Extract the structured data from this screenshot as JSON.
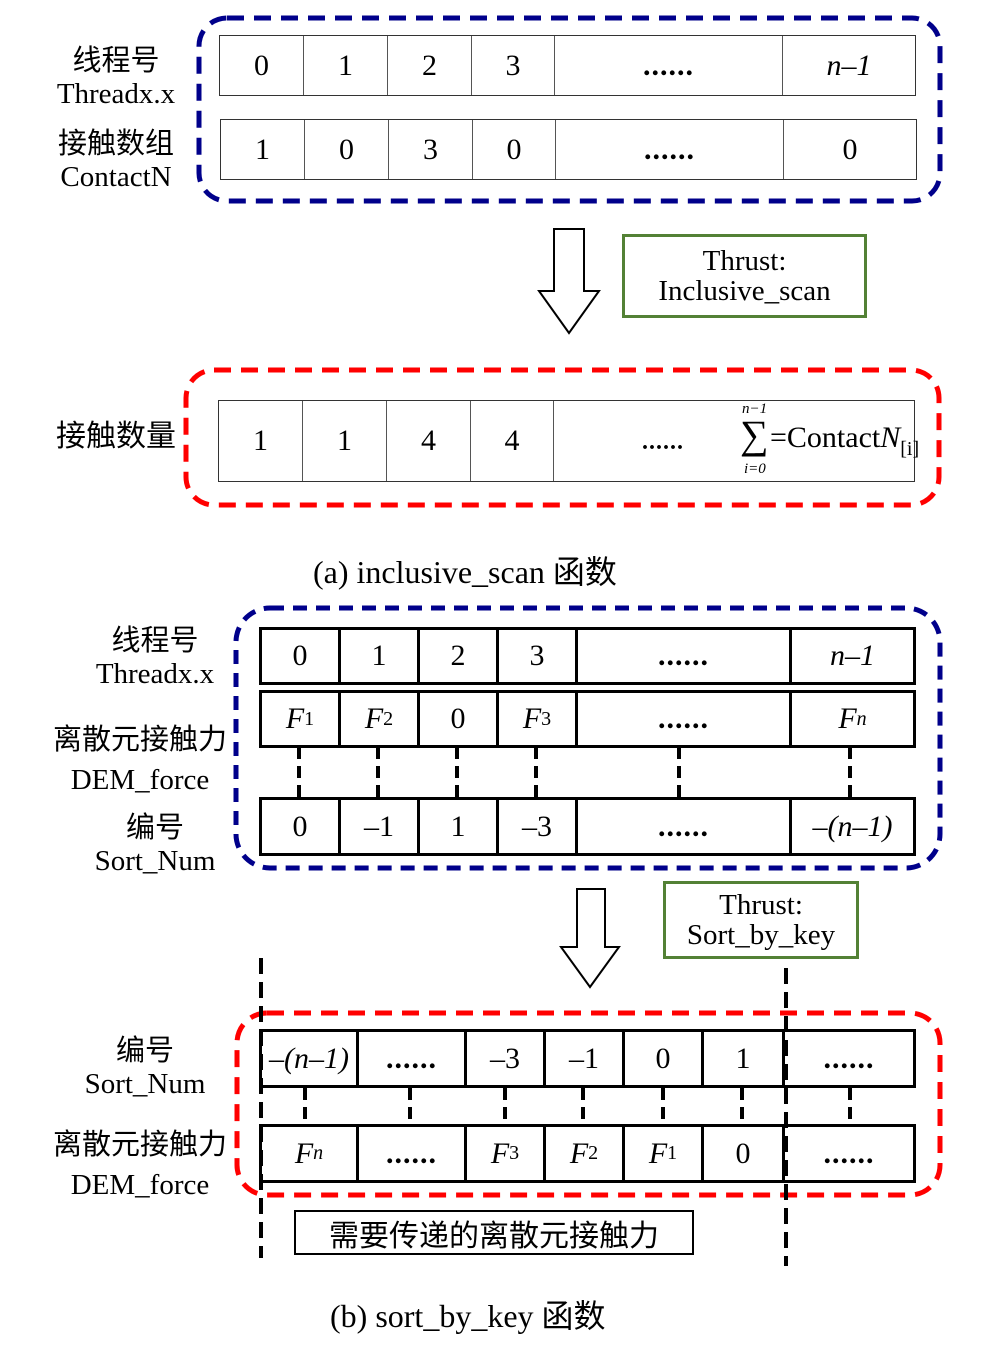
{
  "colors": {
    "blue_outline": "#00008B",
    "red_outline": "#FF0000",
    "green_box": "#538135"
  },
  "part_a": {
    "thread_label": {
      "cn": "线程号",
      "en": "Threadx.x"
    },
    "contact_array_label": {
      "cn": "接触数组",
      "en": "ContactN"
    },
    "thread_row": [
      "0",
      "1",
      "2",
      "3",
      "......",
      "n–1"
    ],
    "contact_row": [
      "1",
      "0",
      "3",
      "0",
      "......",
      "0"
    ],
    "thrust_box": {
      "line1": "Thrust:",
      "line2": "Inclusive_scan"
    },
    "contact_count_label": "接触数量",
    "result_row": [
      "1",
      "1",
      "4",
      "4",
      "......"
    ],
    "sum_formula": {
      "upper": "n−1",
      "lower": "i=0",
      "sigma": "∑",
      "text": "=Contact",
      "var": "N",
      "sub": "[i]"
    },
    "caption": "(a) inclusive_scan 函数"
  },
  "part_b": {
    "thread_label": {
      "cn": "线程号",
      "en": "Threadx.x"
    },
    "force_label": {
      "cn": "离散元接触力",
      "en": "DEM_force"
    },
    "sortnum_label": {
      "cn": "编号",
      "en": "Sort_Num"
    },
    "thread_row": [
      "0",
      "1",
      "2",
      "3",
      "......",
      "n–1"
    ],
    "force_row": [
      {
        "base": "F",
        "sub": "1"
      },
      {
        "base": "F",
        "sub": "2"
      },
      {
        "base": "0",
        "sub": ""
      },
      {
        "base": "F",
        "sub": "3"
      },
      {
        "base": "......",
        "sub": ""
      },
      {
        "base": "F",
        "sub": "n"
      }
    ],
    "sortnum_row": [
      "0",
      "–1",
      "1",
      "–3",
      "......",
      "–(n–1)"
    ],
    "thrust_box": {
      "line1": "Thrust:",
      "line2": "Sort_by_key"
    },
    "sorted_label": {
      "cn": "编号",
      "en": "Sort_Num"
    },
    "sorted_force_label": {
      "cn": "离散元接触力",
      "en": "DEM_force"
    },
    "sorted_row": [
      "–(n–1)",
      "......",
      "–3",
      "–1",
      "0",
      "1",
      "......"
    ],
    "sorted_force_row": [
      {
        "base": "F",
        "sub": "n"
      },
      {
        "base": "......",
        "sub": ""
      },
      {
        "base": "F",
        "sub": "3"
      },
      {
        "base": "F",
        "sub": "2"
      },
      {
        "base": "F",
        "sub": "1"
      },
      {
        "base": "0",
        "sub": ""
      },
      {
        "base": "......",
        "sub": ""
      }
    ],
    "transfer_note": "需要传递的离散元接触力",
    "caption": "(b) sort_by_key 函数"
  }
}
